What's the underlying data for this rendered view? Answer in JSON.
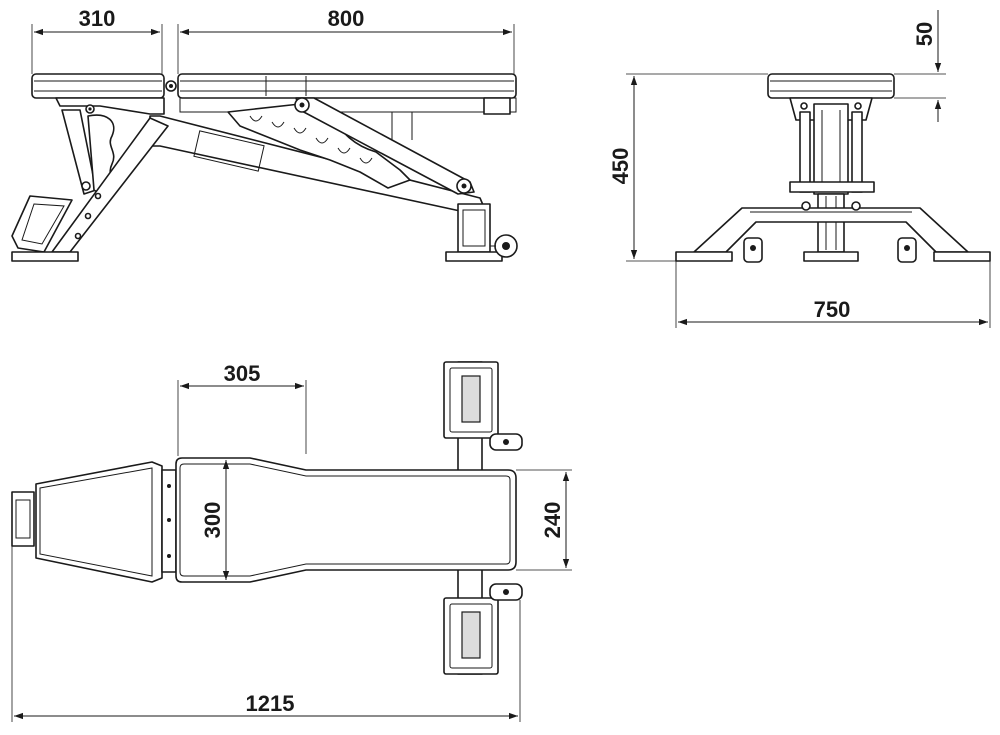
{
  "dimensions": {
    "side_seat_length": "310",
    "side_back_length": "800",
    "front_pad_thickness": "50",
    "front_height": "450",
    "front_width": "750",
    "top_offset": "305",
    "top_seat_width": "300",
    "top_back_width": "240",
    "top_overall_length": "1215"
  }
}
